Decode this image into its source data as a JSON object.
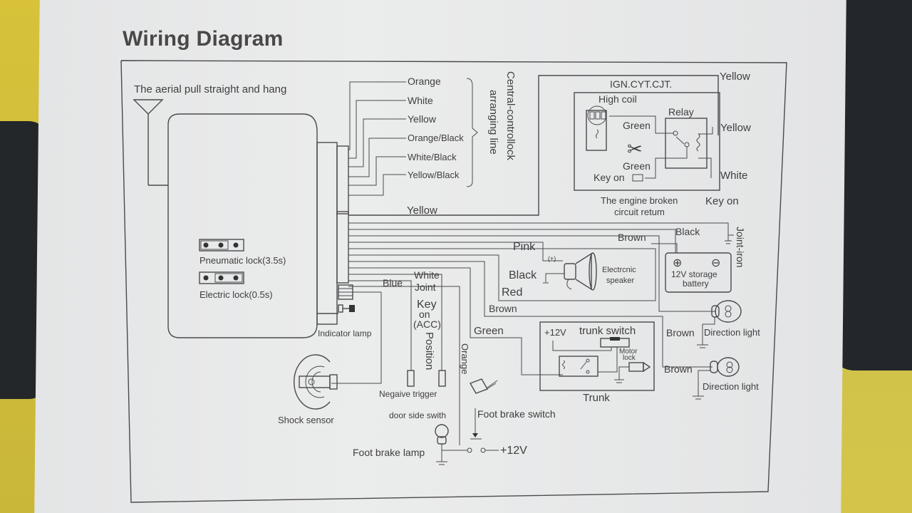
{
  "title": "Wiring Diagram",
  "antenna": {
    "label": "The aerial pull straight and hang"
  },
  "control_unit": {
    "jumpers": [
      {
        "label": "Pneumatic lock(3.5s)"
      },
      {
        "label": "Electric lock(0.5s)"
      }
    ],
    "indicator_label": "Indicator lamp"
  },
  "central_lock": {
    "group_label_line1": "Central-controllock",
    "group_label_line2": "arranging line",
    "wires": [
      "Orange",
      "White",
      "Yellow",
      "Orange/Black",
      "White/Black",
      "Yellow/Black"
    ]
  },
  "ignition": {
    "wire_label": "Yellow",
    "box_title": "IGN.CYT.CJT.",
    "high_coil": "High coil",
    "relay": "Relay",
    "green_top": "Green",
    "green_bottom": "Green",
    "key_on_inner": "Key on",
    "yellow_top": "Yellow",
    "yellow_mid": "Yellow",
    "white": "White",
    "key_on_outer": "Key on",
    "caption_line1": "The engine broken",
    "caption_line2": "circuit retum"
  },
  "speaker": {
    "pink": "Pink",
    "plus": "(+)",
    "black": "Black",
    "red": "Red",
    "label_line1": "Electrcnic",
    "label_line2": "speaker"
  },
  "battery": {
    "brown": "Brown",
    "black": "Black",
    "joint_iron": "Joint-iron",
    "label_line1": "12V  storage",
    "label_line2": "battery"
  },
  "direction_lights": [
    {
      "wire": "Brown",
      "label": "Direction light"
    },
    {
      "wire": "Brown",
      "label": "Direction light"
    }
  ],
  "brown_wire": "Brown",
  "trunk": {
    "green": "Green",
    "plus12": "+12V",
    "switch": "trunk switch",
    "motor_line1": "Motor",
    "motor_line2": "lock",
    "label": "Trunk"
  },
  "inputs": {
    "blue": "Blue",
    "white": "White",
    "joint": "Joint",
    "key": "Key",
    "on": "on",
    "acc": "(ACC)",
    "position": "Position",
    "negative_trigger": "Negaive trigger",
    "door_switch": "door side swith",
    "orange": "Orange"
  },
  "brake": {
    "switch": "Foot brake switch",
    "lamp": "Foot brake lamp",
    "plus12": "+12V"
  },
  "shock_sensor": {
    "label": "Shock sensor"
  }
}
